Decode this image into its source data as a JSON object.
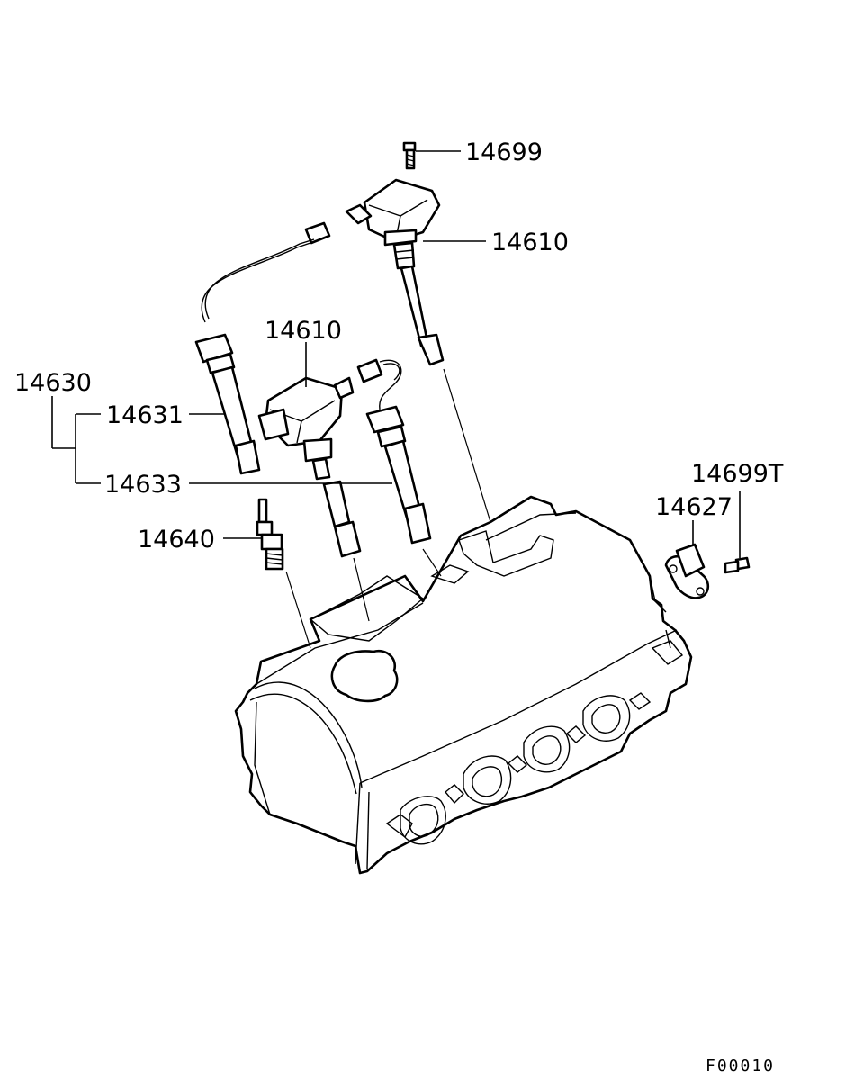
{
  "callouts": {
    "bolt_top": "14699",
    "coil_right": "14610",
    "coil_center": "14610",
    "cable_set": "14630",
    "cable_a": "14631",
    "cable_b": "14633",
    "spark_plug": "14640",
    "bolt_sensor": "14699T",
    "sensor": "14627"
  },
  "figure_code": "F00010",
  "icons": [
    "bolt-icon",
    "ignition-coil-icon",
    "spark-plug-cable-icon",
    "spark-plug-icon",
    "sensor-icon",
    "cylinder-head-icon"
  ]
}
